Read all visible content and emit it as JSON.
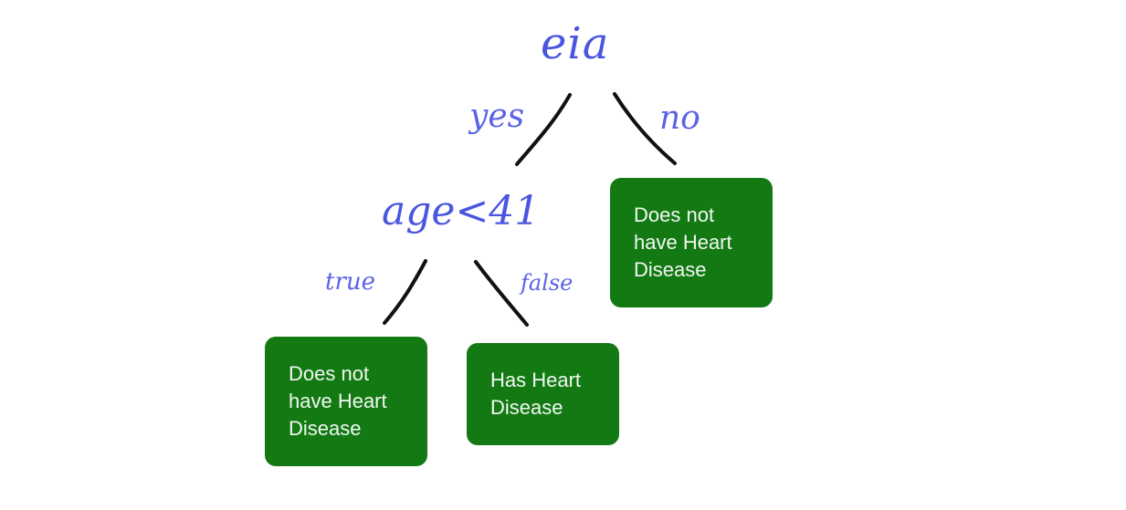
{
  "tree": {
    "root": {
      "label": "eia"
    },
    "root_edges": {
      "left_label": "yes",
      "right_label": "no"
    },
    "age_node": {
      "label": "age<41"
    },
    "age_edges": {
      "left_label": "true",
      "right_label": "false"
    },
    "leaves": {
      "right": {
        "lines": [
          "Does not",
          "have Heart",
          "Disease"
        ]
      },
      "left": {
        "lines": [
          "Does not",
          "have Heart",
          "Disease"
        ]
      },
      "middle": {
        "lines": [
          "Has Heart",
          "Disease"
        ]
      }
    }
  },
  "colors": {
    "handwriting": "#4a55e0",
    "edge_line": "#111111",
    "leaf_fill": "#137a13",
    "leaf_text": "#f2f7f2"
  }
}
